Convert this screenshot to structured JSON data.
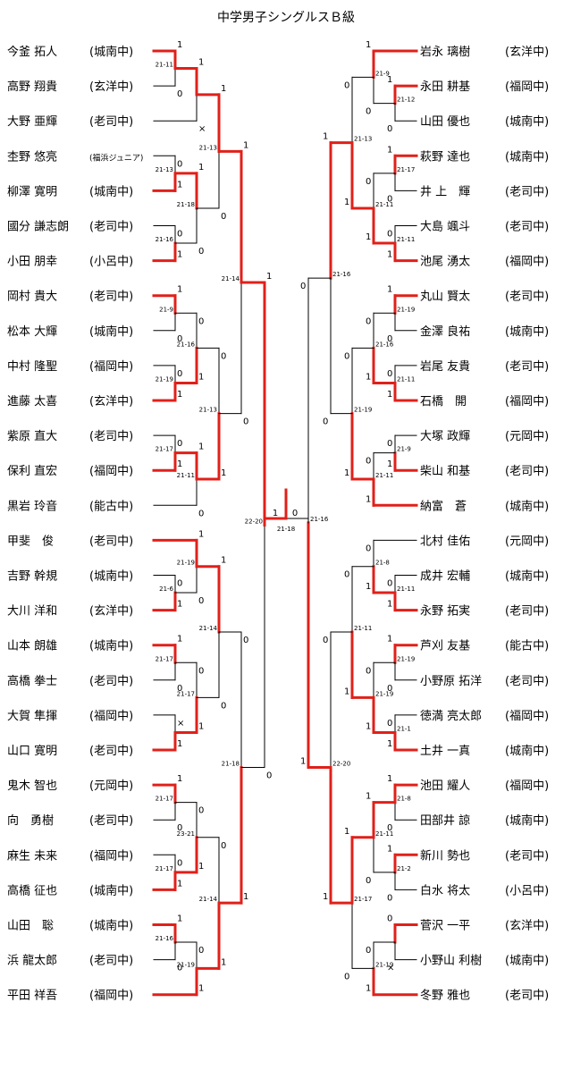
{
  "title": "中学男子シングルスＢ級",
  "colors": {
    "win": "#e0201a",
    "loss": "#000000"
  },
  "left_players": [
    {
      "name": "今釜 拓人",
      "school": "(城南中)"
    },
    {
      "name": "高野 翔貴",
      "school": "(玄洋中)"
    },
    {
      "name": "大野 亜輝",
      "school": "(老司中)"
    },
    {
      "name": "杢野 悠亮",
      "school": "(福浜ジュニア)"
    },
    {
      "name": "柳澤 寛明",
      "school": "(城南中)"
    },
    {
      "name": "國分 謙志朗",
      "school": "(老司中)"
    },
    {
      "name": "小田 朋幸",
      "school": "(小呂中)"
    },
    {
      "name": "岡村 貴大",
      "school": "(老司中)"
    },
    {
      "name": "松本 大輝",
      "school": "(城南中)"
    },
    {
      "name": "中村 隆聖",
      "school": "(福岡中)"
    },
    {
      "name": "進藤 太喜",
      "school": "(玄洋中)"
    },
    {
      "name": "紫原 直大",
      "school": "(老司中)"
    },
    {
      "name": "保利 直宏",
      "school": "(福岡中)"
    },
    {
      "name": "黒岩 玲音",
      "school": "(能古中)"
    },
    {
      "name": "甲斐　俊",
      "school": "(老司中)"
    },
    {
      "name": "吉野 幹規",
      "school": "(城南中)"
    },
    {
      "name": "大川 洋和",
      "school": "(玄洋中)"
    },
    {
      "name": "山本 朗雄",
      "school": "(城南中)"
    },
    {
      "name": "高橋 拳士",
      "school": "(老司中)"
    },
    {
      "name": "大賀 隼揮",
      "school": "(福岡中)"
    },
    {
      "name": "山口 寛明",
      "school": "(老司中)"
    },
    {
      "name": "鬼木 智也",
      "school": "(元岡中)"
    },
    {
      "name": "向　勇樹",
      "school": "(老司中)"
    },
    {
      "name": "麻生 未来",
      "school": "(福岡中)"
    },
    {
      "name": "高橋 征也",
      "school": "(城南中)"
    },
    {
      "name": "山田　聡",
      "school": "(城南中)"
    },
    {
      "name": "浜 龍太郎",
      "school": "(老司中)"
    },
    {
      "name": "平田 祥吾",
      "school": "(福岡中)"
    }
  ],
  "right_players": [
    {
      "name": "岩永 璃樹",
      "school": "(玄洋中)"
    },
    {
      "name": "永田 耕基",
      "school": "(福岡中)"
    },
    {
      "name": "山田 優也",
      "school": "(城南中)"
    },
    {
      "name": "萩野 達也",
      "school": "(城南中)"
    },
    {
      "name": "井 上　輝",
      "school": "(老司中)"
    },
    {
      "name": "大島 颯斗",
      "school": "(老司中)"
    },
    {
      "name": "池尾 湧太",
      "school": "(福岡中)"
    },
    {
      "name": "丸山 賢太",
      "school": "(老司中)"
    },
    {
      "name": "金澤 良祐",
      "school": "(城南中)"
    },
    {
      "name": "岩尾 友貴",
      "school": "(老司中)"
    },
    {
      "name": "石橋　開",
      "school": "(福岡中)"
    },
    {
      "name": "大塚 政輝",
      "school": "(元岡中)"
    },
    {
      "name": "柴山 和基",
      "school": "(老司中)"
    },
    {
      "name": "納富　蒼",
      "school": "(城南中)"
    },
    {
      "name": "北村 佳佑",
      "school": "(元岡中)"
    },
    {
      "name": "成井 宏輔",
      "school": "(城南中)"
    },
    {
      "name": "永野 拓実",
      "school": "(老司中)"
    },
    {
      "name": "芦刈 友基",
      "school": "(能古中)"
    },
    {
      "name": "小野原 拓洋",
      "school": "(老司中)"
    },
    {
      "name": "徳満 亮太郎",
      "school": "(福岡中)"
    },
    {
      "name": "土井 一真",
      "school": "(城南中)"
    },
    {
      "name": "池田 耀人",
      "school": "(福岡中)"
    },
    {
      "name": "田部井 諒",
      "school": "(城南中)"
    },
    {
      "name": "新川 勢也",
      "school": "(老司中)"
    },
    {
      "name": "白水 将太",
      "school": "(小呂中)"
    },
    {
      "name": "菅沢 一平",
      "school": "(玄洋中)"
    },
    {
      "name": "小野山 利樹",
      "school": "(城南中)"
    },
    {
      "name": "冬野 雅也",
      "school": "(老司中)"
    }
  ],
  "left_matches": [
    {
      "id": "L1",
      "a": "P1",
      "b": "P2",
      "w": "a",
      "score": "21-11",
      "ra": "1",
      "rb": "0"
    },
    {
      "id": "L2",
      "a": "L1",
      "b": "P3",
      "w": "a",
      "score": "",
      "ra": "1",
      "rb": "×"
    },
    {
      "id": "L3",
      "a": "P4",
      "b": "P5",
      "w": "b",
      "score": "21-13",
      "ra": "0",
      "rb": "1"
    },
    {
      "id": "L4",
      "a": "P6",
      "b": "P7",
      "w": "b",
      "score": "21-16",
      "ra": "0",
      "rb": "1"
    },
    {
      "id": "L5",
      "a": "L3",
      "b": "L4",
      "w": "a",
      "score": "21-18",
      "ra": "1",
      "rb": "0"
    },
    {
      "id": "L6",
      "a": "L2",
      "b": "L5",
      "w": "a",
      "score": "21-13",
      "ra": "1",
      "rb": "0"
    },
    {
      "id": "L7",
      "a": "P8",
      "b": "P9",
      "w": "a",
      "score": "21-9",
      "ra": "1",
      "rb": "0"
    },
    {
      "id": "L8",
      "a": "P10",
      "b": "P11",
      "w": "b",
      "score": "21-19",
      "ra": "0",
      "rb": "1"
    },
    {
      "id": "L9",
      "a": "L7",
      "b": "L8",
      "w": "b",
      "score": "21-16",
      "ra": "0",
      "rb": "1"
    },
    {
      "id": "L10",
      "a": "P12",
      "b": "P13",
      "w": "b",
      "score": "21-17",
      "ra": "0",
      "rb": "1"
    },
    {
      "id": "L11",
      "a": "L10",
      "b": "P14",
      "w": "a",
      "score": "21-11",
      "ra": "1",
      "rb": "0"
    },
    {
      "id": "L12",
      "a": "L9",
      "b": "L11",
      "w": "b",
      "score": "21-13",
      "ra": "0",
      "rb": "1"
    },
    {
      "id": "L13",
      "a": "L6",
      "b": "L12",
      "w": "a",
      "score": "21-14",
      "ra": "1",
      "rb": "0"
    },
    {
      "id": "L14",
      "a": "P16",
      "b": "P17",
      "w": "b",
      "score": "21-6",
      "ra": "0",
      "rb": "1"
    },
    {
      "id": "L15",
      "a": "P15",
      "b": "L14",
      "w": "a",
      "score": "21-19",
      "ra": "1",
      "rb": "0"
    },
    {
      "id": "L16",
      "a": "P18",
      "b": "P19",
      "w": "a",
      "score": "21-17",
      "ra": "1",
      "rb": "0"
    },
    {
      "id": "L17",
      "a": "P20",
      "b": "P21",
      "w": "b",
      "score": "",
      "ra": "×",
      "rb": "1"
    },
    {
      "id": "L18",
      "a": "L16",
      "b": "L17",
      "w": "b",
      "score": "21-17",
      "ra": "0",
      "rb": "1"
    },
    {
      "id": "L19",
      "a": "L15",
      "b": "L18",
      "w": "a",
      "score": "21-14",
      "ra": "1",
      "rb": "0"
    },
    {
      "id": "L20",
      "a": "P22",
      "b": "P23",
      "w": "a",
      "score": "21-17",
      "ra": "1",
      "rb": "0"
    },
    {
      "id": "L21",
      "a": "P24",
      "b": "P25",
      "w": "b",
      "score": "21-17",
      "ra": "0",
      "rb": "1"
    },
    {
      "id": "L22",
      "a": "L20",
      "b": "L21",
      "w": "b",
      "score": "23-21",
      "ra": "0",
      "rb": "1"
    },
    {
      "id": "L23",
      "a": "P26",
      "b": "P27",
      "w": "a",
      "score": "21-16",
      "ra": "1",
      "rb": "0"
    },
    {
      "id": "L24",
      "a": "L23",
      "b": "P28",
      "w": "b",
      "score": "21-19",
      "ra": "0",
      "rb": "1"
    },
    {
      "id": "L25",
      "a": "L22",
      "b": "L24",
      "w": "b",
      "score": "21-14",
      "ra": "0",
      "rb": "1"
    },
    {
      "id": "L26",
      "a": "L19",
      "b": "L25",
      "w": "b",
      "score": "21-18",
      "ra": "0",
      "rb": "1"
    },
    {
      "id": "L27",
      "a": "L13",
      "b": "L26",
      "w": "a",
      "score": "22-20",
      "ra": "1",
      "rb": "0"
    }
  ],
  "right_matches": [
    {
      "id": "R1",
      "a": "P2",
      "b": "P3",
      "w": "a",
      "score": "21-12",
      "ra": "1",
      "rb": "0"
    },
    {
      "id": "R2",
      "a": "P1",
      "b": "R1",
      "w": "a",
      "score": "21-9",
      "ra": "1",
      "rb": "0"
    },
    {
      "id": "R3",
      "a": "P4",
      "b": "P5",
      "w": "a",
      "score": "21-17",
      "ra": "1",
      "rb": "0"
    },
    {
      "id": "R4",
      "a": "P6",
      "b": "P7",
      "w": "b",
      "score": "21-11",
      "ra": "0",
      "rb": "1"
    },
    {
      "id": "R5",
      "a": "R3",
      "b": "R4",
      "w": "b",
      "score": "21-11",
      "ra": "0",
      "rb": "1"
    },
    {
      "id": "R6",
      "a": "R2",
      "b": "R5",
      "w": "b",
      "score": "21-13",
      "ra": "0",
      "rb": "1"
    },
    {
      "id": "R7",
      "a": "P8",
      "b": "P9",
      "w": "a",
      "score": "21-19",
      "ra": "1",
      "rb": "0"
    },
    {
      "id": "R8",
      "a": "P10",
      "b": "P11",
      "w": "b",
      "score": "21-11",
      "ra": "0",
      "rb": "1"
    },
    {
      "id": "R9",
      "a": "R7",
      "b": "R8",
      "w": "b",
      "score": "21-16",
      "ra": "0",
      "rb": "1"
    },
    {
      "id": "R10",
      "a": "P12",
      "b": "P13",
      "w": "b",
      "score": "21-9",
      "ra": "0",
      "rb": "1"
    },
    {
      "id": "R11",
      "a": "R10",
      "b": "P14",
      "w": "b",
      "score": "21-11",
      "ra": "0",
      "rb": "1"
    },
    {
      "id": "R12",
      "a": "R9",
      "b": "R11",
      "w": "b",
      "score": "21-19",
      "ra": "0",
      "rb": "1"
    },
    {
      "id": "R13",
      "a": "R6",
      "b": "R12",
      "w": "a",
      "score": "21-16",
      "ra": "1",
      "rb": "0"
    },
    {
      "id": "R14",
      "a": "P16",
      "b": "P17",
      "w": "b",
      "score": "21-11",
      "ra": "0",
      "rb": "1"
    },
    {
      "id": "R15",
      "a": "P15",
      "b": "R14",
      "w": "b",
      "score": "21-8",
      "ra": "0",
      "rb": "1"
    },
    {
      "id": "R16",
      "a": "P18",
      "b": "P19",
      "w": "a",
      "score": "21-19",
      "ra": "1",
      "rb": "0"
    },
    {
      "id": "R17",
      "a": "P20",
      "b": "P21",
      "w": "b",
      "score": "21-1",
      "ra": "0",
      "rb": "1"
    },
    {
      "id": "R18",
      "a": "R16",
      "b": "R17",
      "w": "b",
      "score": "21-19",
      "ra": "0",
      "rb": "1"
    },
    {
      "id": "R19",
      "a": "R15",
      "b": "R18",
      "w": "b",
      "score": "21-11",
      "ra": "0",
      "rb": "1"
    },
    {
      "id": "R20",
      "a": "P22",
      "b": "P23",
      "w": "a",
      "score": "21-8",
      "ra": "1",
      "rb": "0"
    },
    {
      "id": "R21",
      "a": "P24",
      "b": "P25",
      "w": "a",
      "score": "21-2",
      "ra": "1",
      "rb": "0"
    },
    {
      "id": "R22",
      "a": "R20",
      "b": "R21",
      "w": "a",
      "score": "21-11",
      "ra": "1",
      "rb": "0"
    },
    {
      "id": "R23",
      "a": "P26",
      "b": "P27",
      "w": "a",
      "score": "",
      "ra": "0",
      "rb": "×"
    },
    {
      "id": "R24",
      "a": "R23",
      "b": "P28",
      "w": "b",
      "score": "21-19",
      "ra": "0",
      "rb": "1"
    },
    {
      "id": "R25",
      "a": "R22",
      "b": "R24",
      "w": "a",
      "score": "21-17",
      "ra": "1",
      "rb": "0"
    },
    {
      "id": "R26",
      "a": "R19",
      "b": "R25",
      "w": "b",
      "score": "22-20",
      "ra": "0",
      "rb": "1"
    },
    {
      "id": "R27",
      "a": "R13",
      "b": "R26",
      "w": "b",
      "score": "21-16",
      "ra": "0",
      "rb": "1"
    }
  ],
  "final": {
    "score": "21-18",
    "left_result": "1",
    "right_result": "0"
  }
}
